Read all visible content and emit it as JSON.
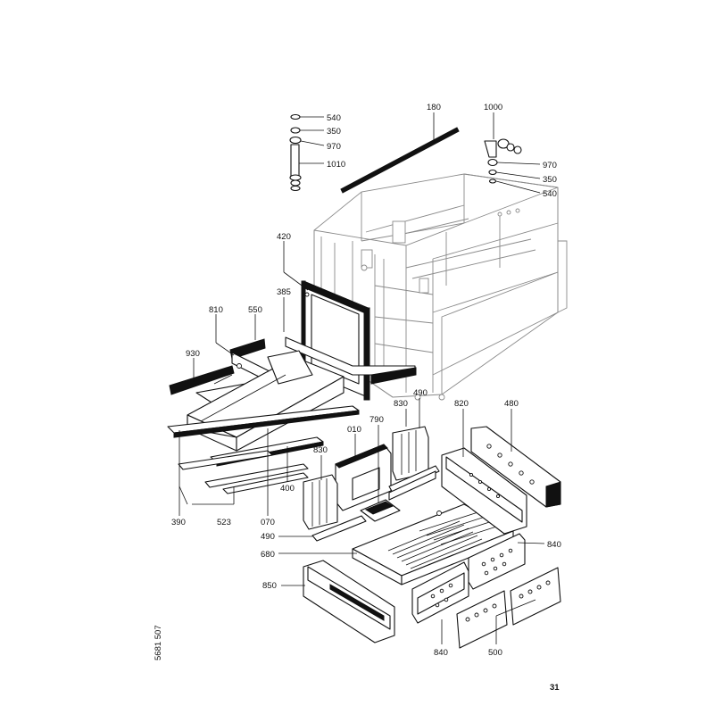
{
  "page_number": "31",
  "drawing_code": "5681 507",
  "part_labels": {
    "p540_top": "540",
    "p350_top": "350",
    "p970_top": "970",
    "p1010": "1010",
    "p180": "180",
    "p1000": "1000",
    "p970_right": "970",
    "p350_right": "350",
    "p540_right": "540",
    "p420": "420",
    "p385": "385",
    "p810": "810",
    "p550": "550",
    "p930": "930",
    "p790": "790",
    "p830_top": "830",
    "p490_top": "490",
    "p820": "820",
    "p480": "480",
    "p010": "010",
    "p830_left": "830",
    "p400": "400",
    "p390": "390",
    "p523": "523",
    "p070": "070",
    "p490_left": "490",
    "p680": "680",
    "p840_right": "840",
    "p850": "850",
    "p840_bottom": "840",
    "p500": "500"
  }
}
